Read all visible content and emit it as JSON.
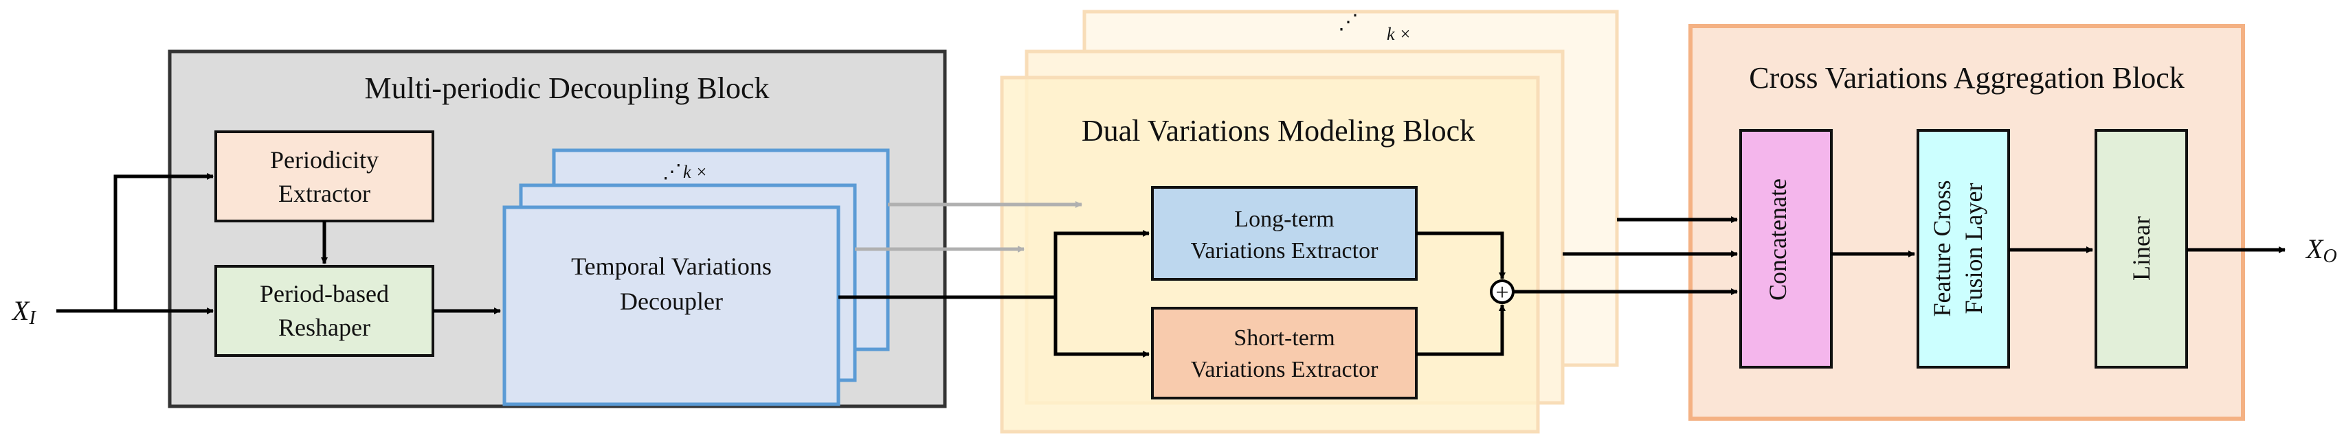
{
  "input_label": "X",
  "input_sub": "I",
  "output_label": "X",
  "output_sub": "O",
  "mpd_block": {
    "title": "Multi-periodic Decoupling Block",
    "periodicity_extractor": [
      "Periodicity",
      "Extractor"
    ],
    "period_reshaper": [
      "Period-based",
      "Reshaper"
    ],
    "temporal_decoupler": [
      "Temporal Variations",
      "Decoupler"
    ],
    "k_marker": "k ×"
  },
  "dvm_block": {
    "title": "Dual Variations Modeling Block",
    "long_term": [
      "Long-term",
      "Variations Extractor"
    ],
    "short_term": [
      "Short-term",
      "Variations Extractor"
    ],
    "k_marker": "k ×",
    "sum_symbol": "+"
  },
  "cva_block": {
    "title": "Cross Variations Aggregation Block",
    "concatenate": "Concatenate",
    "feature_fusion": [
      "Feature Cross",
      "Fusion Layer"
    ],
    "linear": "Linear"
  },
  "colors": {
    "mpd_bg": "#dcdcdc",
    "periodicity_fill": "#fbe5d6",
    "reshaper_fill": "#e2efd9",
    "decoupler_fill": "#dae3f3",
    "decoupler_stroke": "#5b9bd5",
    "dvm_fill": "#fff2cc",
    "long_term_fill": "#bdd7ee",
    "short_term_fill": "#f8cbad",
    "cva_fill": "#fbe5d6",
    "cva_stroke": "#f4b183",
    "concatenate_fill": "#f4b6ec",
    "fusion_fill": "#ccffff",
    "linear_fill": "#e2efd9"
  }
}
